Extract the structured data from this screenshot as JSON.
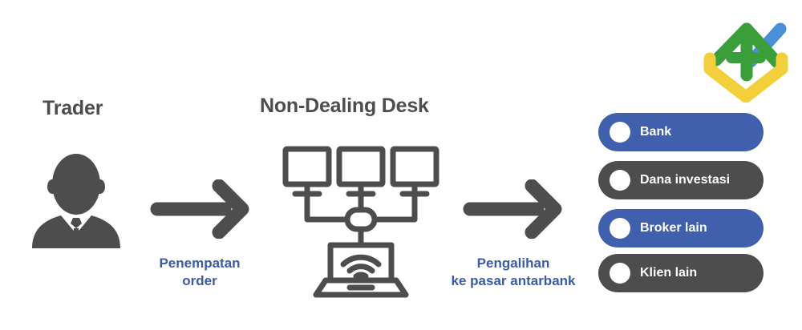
{
  "diagram": {
    "title_trader": "Trader",
    "title_desk": "Non-Dealing Desk",
    "colors": {
      "blue": "#4060ae",
      "gray": "#4d4d4d",
      "label_blue": "#3a5ba8",
      "logo_green": "#3a9e3a",
      "logo_blue": "#4a90d9",
      "logo_yellow": "#f2cf3b",
      "white": "#ffffff"
    }
  },
  "logo": {
    "name": "fx-brand-logo",
    "green_stroke": "#3a9e3a",
    "blue_stroke": "#4a90d9",
    "yellow_stroke": "#f2cf3b"
  },
  "trader": {
    "label": "Trader",
    "icon": "businessman-silhouette-icon"
  },
  "desk": {
    "label": "Non-Dealing Desk",
    "icon": "network-monitors-laptop-icon",
    "monitor_count": 3,
    "hub": "network-hub-icon",
    "laptop": "laptop-wifi-icon"
  },
  "arrows": [
    {
      "name": "arrow-right-1",
      "icon": "arrow-right-icon",
      "caption_line1": "Penempatan",
      "caption_line2": "order"
    },
    {
      "name": "arrow-right-2",
      "icon": "arrow-right-icon",
      "caption_line1": "Pengalihan",
      "caption_line2": "ke pasar antarbank"
    }
  ],
  "counterparties": [
    {
      "label": "Bank",
      "style": "blue"
    },
    {
      "label": "Dana investasi",
      "style": "gray"
    },
    {
      "label": "Broker lain",
      "style": "blue"
    },
    {
      "label": "Klien lain",
      "style": "gray"
    }
  ]
}
